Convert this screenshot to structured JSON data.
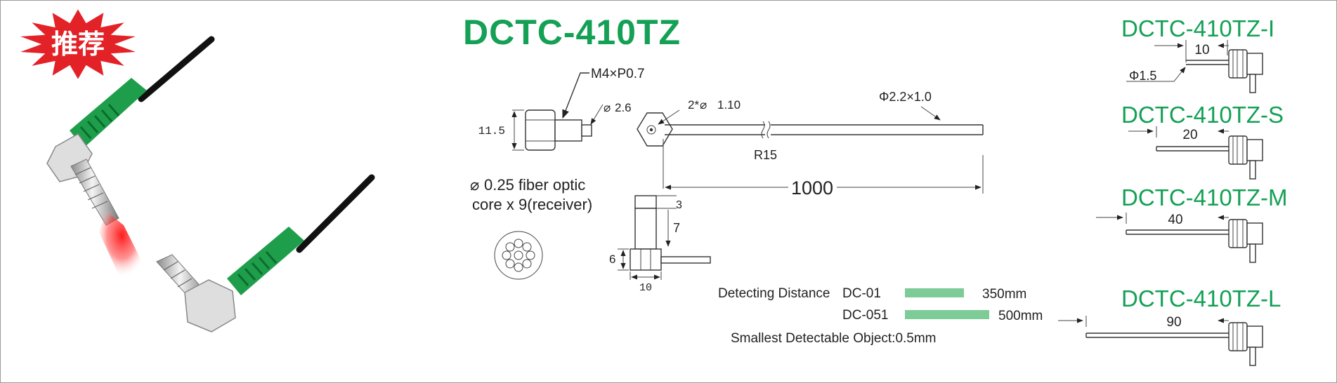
{
  "badge": {
    "text": "推荐",
    "color": "#e32228"
  },
  "main_title": "DCTC-410TZ",
  "brand_color": "#14a055",
  "drawing": {
    "thread_label": "M4×P0.7",
    "tip_dia": "2.6",
    "height_11_5": "11.5",
    "hole_label": "2*",
    "hole_dia": "1.10",
    "cable_dia": "Φ2.2×1.0",
    "bend_radius": "R15",
    "cable_length": "1000",
    "dim_3": "3",
    "dim_7": "7",
    "dim_6": "6",
    "dim_10": "10",
    "core_line1": "0.25 fiber optic",
    "core_line2": "core x 9(receiver)",
    "core_symbol": "⌀"
  },
  "specs": {
    "label": "Detecting  Distance",
    "rows": [
      {
        "amp": "DC-01",
        "value": "350mm",
        "level": 350
      },
      {
        "amp": "DC-051",
        "value": "500mm",
        "level": 500
      }
    ],
    "bar_color": "#7dcb97",
    "smallest": "Smallest Detectable Object:0.5mm"
  },
  "variants": [
    {
      "name": "DCTC-410TZ-I",
      "length": "10",
      "extra": "Φ1.5"
    },
    {
      "name": "DCTC-410TZ-S",
      "length": "20"
    },
    {
      "name": "DCTC-410TZ-M",
      "length": "40"
    },
    {
      "name": "DCTC-410TZ-L",
      "length": "90"
    }
  ]
}
